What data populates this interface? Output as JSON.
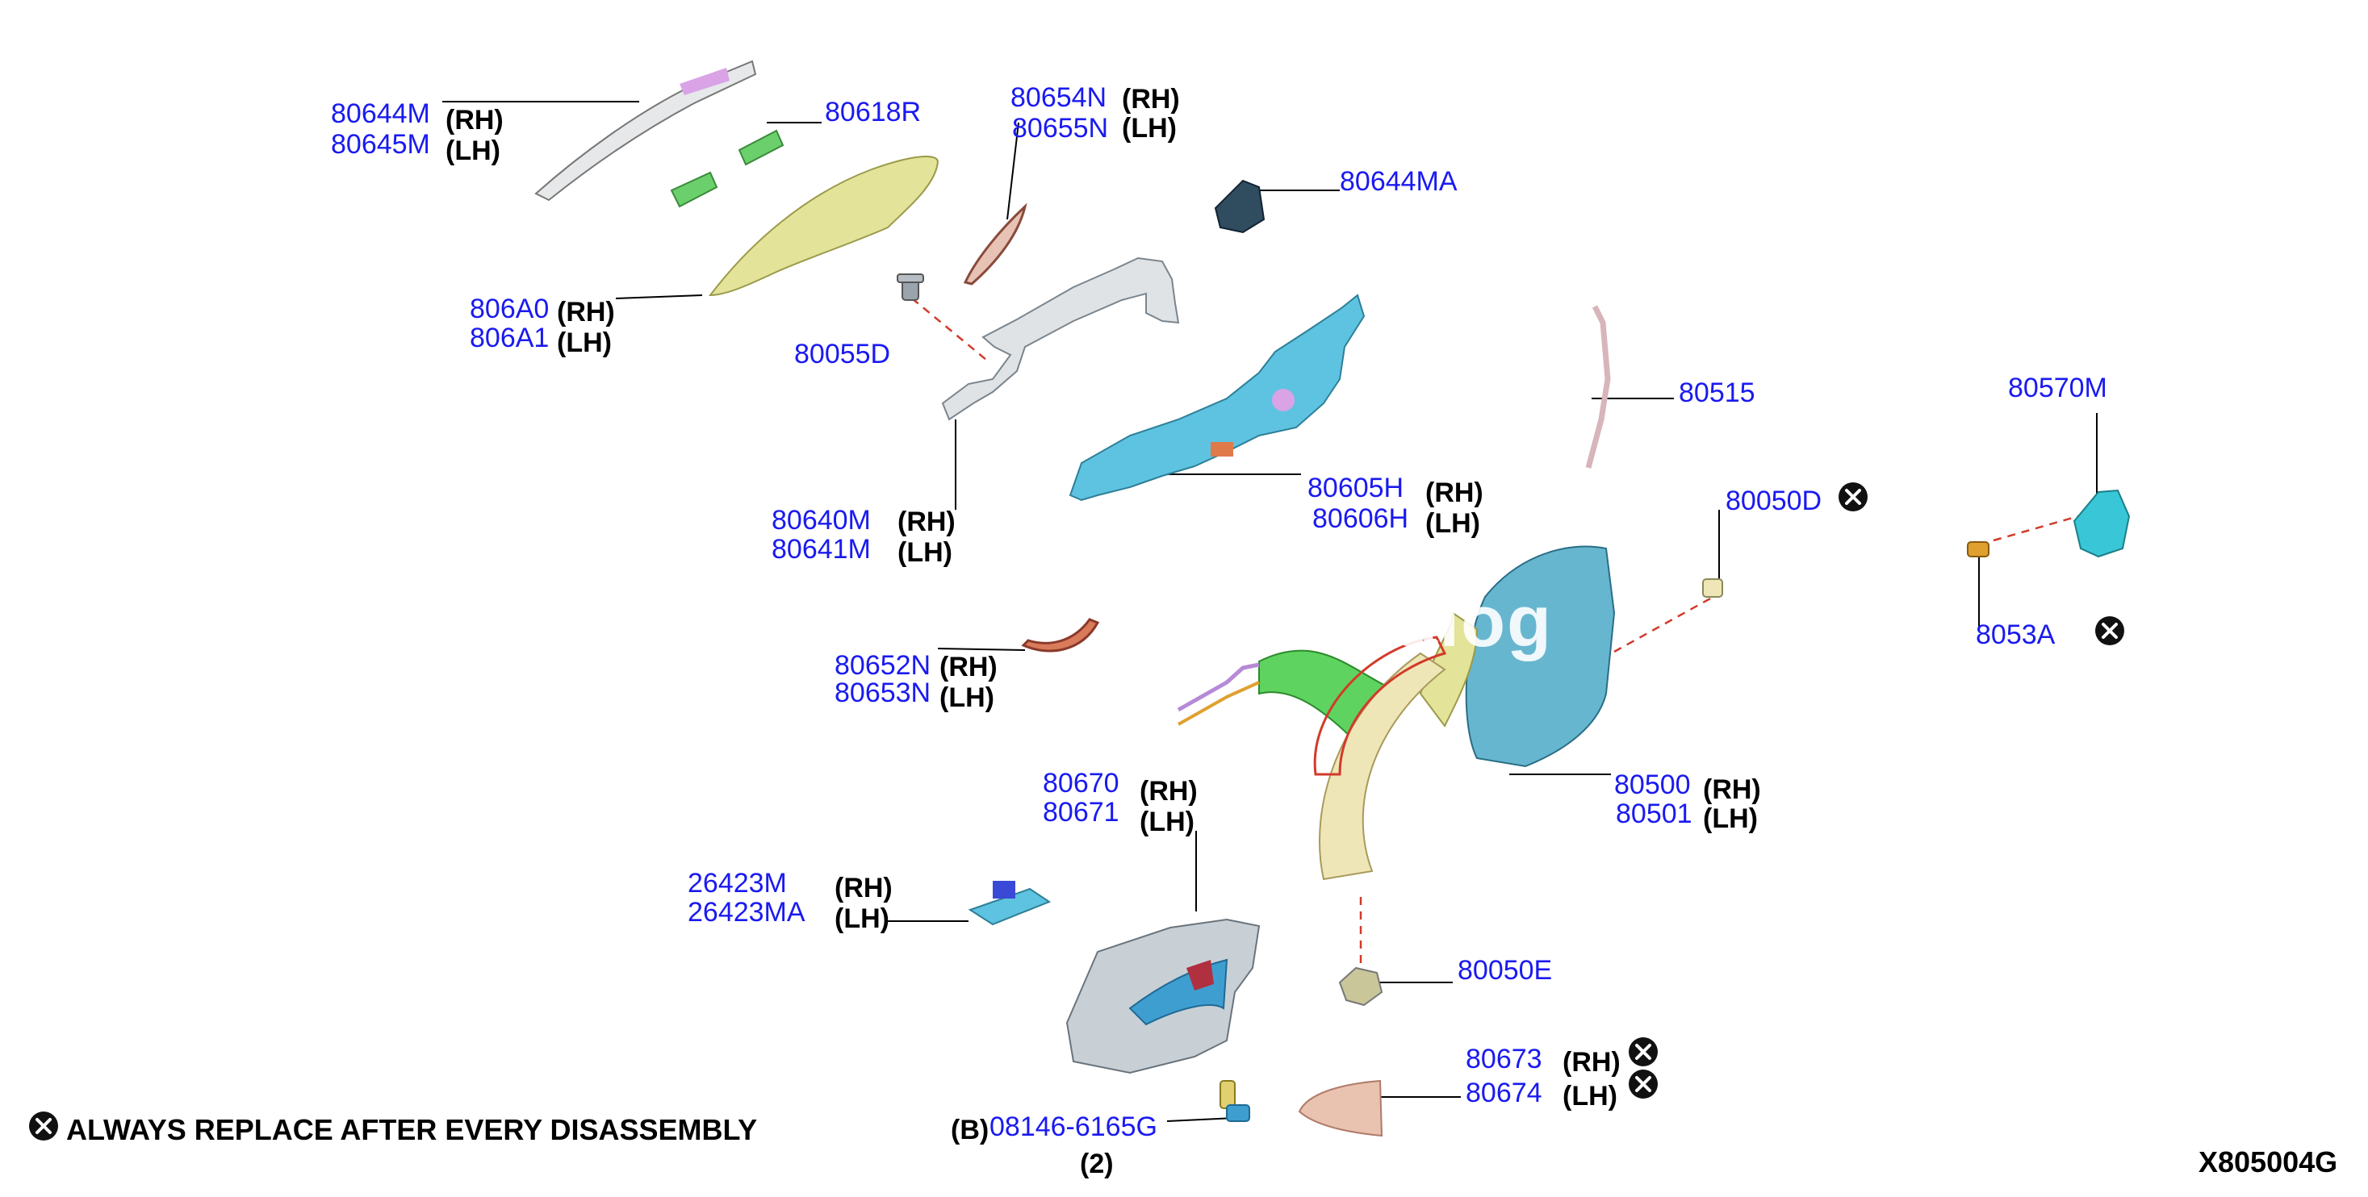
{
  "labels": {
    "p80644M": "80644M",
    "p80645M": "80645M",
    "p80618R": "80618R",
    "p80654N": "80654N",
    "p80655N": "80655N",
    "p80644MA": "80644MA",
    "p806A0": "806A0",
    "p806A1": "806A1",
    "p80055D": "80055D",
    "p80640M": "80640M",
    "p80641M": "80641M",
    "p80605H": "80605H",
    "p80606H": "80606H",
    "p80515": "80515",
    "p80570M": "80570M",
    "p80050D": "80050D",
    "p8053A": "8053A",
    "p80652N": "80652N",
    "p80653N": "80653N",
    "p80500": "80500",
    "p80501": "80501",
    "p80670": "80670",
    "p80671": "80671",
    "p26423M": "26423M",
    "p26423MA": "26423MA",
    "p80050E": "80050E",
    "p80673": "80673",
    "p80674": "80674",
    "p08146": "08146-6165G"
  },
  "sides": {
    "rh": "(RH)",
    "lh": "(LH)"
  },
  "bolt_prefix": "(B)",
  "bolt_qty": "(2)",
  "replace_note": "ALWAYS REPLACE AFTER EVERY DISASSEMBLY",
  "diagram_code": "X805004G",
  "watermark": "Catalog",
  "colors": {
    "part_number": "#1a1af0",
    "handle": "#e3e39a",
    "lock_body": "#5ec3e0",
    "cable_green": "#5fd35f",
    "cable_sheath": "#efe6b8",
    "bezel": "#d97a5a",
    "frame": "#dfe3e6"
  },
  "icons": {
    "replace_marker": "x-circle-icon"
  }
}
